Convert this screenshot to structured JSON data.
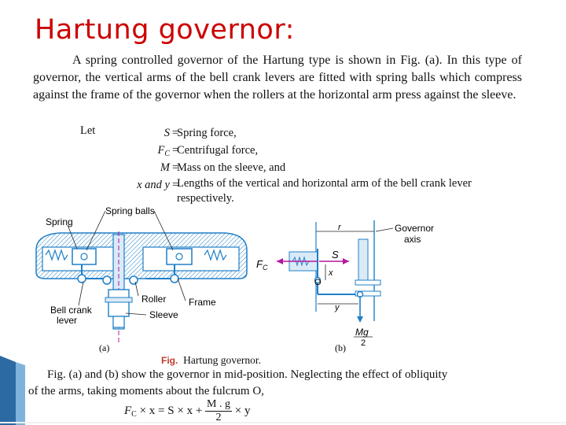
{
  "title": "Hartung governor:",
  "intro": "A spring controlled governor of the Hartung type is shown in Fig. (a). In this type of governor, the vertical arms of the bell crank levers are fitted with spring balls which compress against the frame of the governor when the rollers at the horizontal arm press against the sleeve.",
  "let_word": "Let",
  "definitions": [
    {
      "symbol": "S",
      "eq": "=",
      "text": "Spring force,"
    },
    {
      "symbol": "FC",
      "eq": "=",
      "text": "Centrifugal force,"
    },
    {
      "symbol": "M",
      "eq": "=",
      "text": "Mass on the sleeve, and"
    },
    {
      "symbol": "x and y",
      "eq": "=",
      "text": "Lengths of the vertical and horizontal arm of the bell crank lever respectively."
    }
  ],
  "figure_a": {
    "labels": {
      "spring": "Spring",
      "spring_balls": "Spring balls",
      "roller": "Roller",
      "frame": "Frame",
      "bell_crank": "Bell crank",
      "lever": "lever",
      "sleeve": "Sleeve",
      "caption": "(a)"
    }
  },
  "figure_b": {
    "labels": {
      "r": "r",
      "governor": "Governor",
      "axis": "axis",
      "fc": "F",
      "fc_sub": "C",
      "s": "S",
      "x": "x",
      "o": "O",
      "y": "y",
      "mg": "Mg",
      "two": "2",
      "caption": "(b)"
    }
  },
  "fig_label": "Fig.",
  "fig_caption": "Hartung governor.",
  "bottom_line1": "Fig. (a) and (b) show the governor in mid-position. Neglecting the effect of obliquity",
  "bottom_line2": "of the arms, taking moments about the fulcrum O,",
  "equation": {
    "lhs": "F",
    "lhs_sub": "C",
    "mid": "× x = S × x +",
    "num": "M . g",
    "den": "2",
    "rhs": "× y"
  },
  "colors": {
    "title": "#cc0000",
    "figure_blue": "#1f7fc8",
    "arrow_magenta": "#b5179e",
    "fig_label": "#c0392b"
  }
}
